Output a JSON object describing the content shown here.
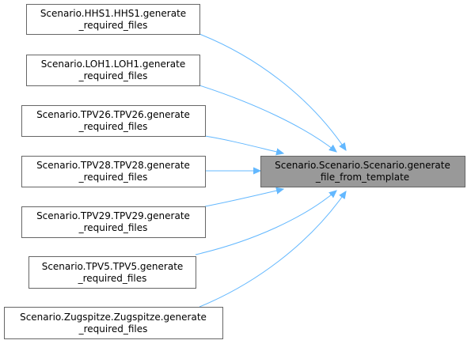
{
  "diagram": {
    "colors": {
      "edge": "#63b8ff",
      "node_border": "#666666",
      "node_fill": "#ffffff",
      "target_fill": "#999999",
      "text": "#000000"
    },
    "target": {
      "line1": "Scenario.Scenario.Scenario.generate",
      "line2": "_file_from_template"
    },
    "callers": [
      {
        "line1": "Scenario.HHS1.HHS1.generate",
        "line2": "_required_files"
      },
      {
        "line1": "Scenario.LOH1.LOH1.generate",
        "line2": "_required_files"
      },
      {
        "line1": "Scenario.TPV26.TPV26.generate",
        "line2": "_required_files"
      },
      {
        "line1": "Scenario.TPV28.TPV28.generate",
        "line2": "_required_files"
      },
      {
        "line1": "Scenario.TPV29.TPV29.generate",
        "line2": "_required_files"
      },
      {
        "line1": "Scenario.TPV5.TPV5.generate",
        "line2": "_required_files"
      },
      {
        "line1": "Scenario.Zugspitze.Zugspitze.generate",
        "line2": "_required_files"
      }
    ]
  }
}
